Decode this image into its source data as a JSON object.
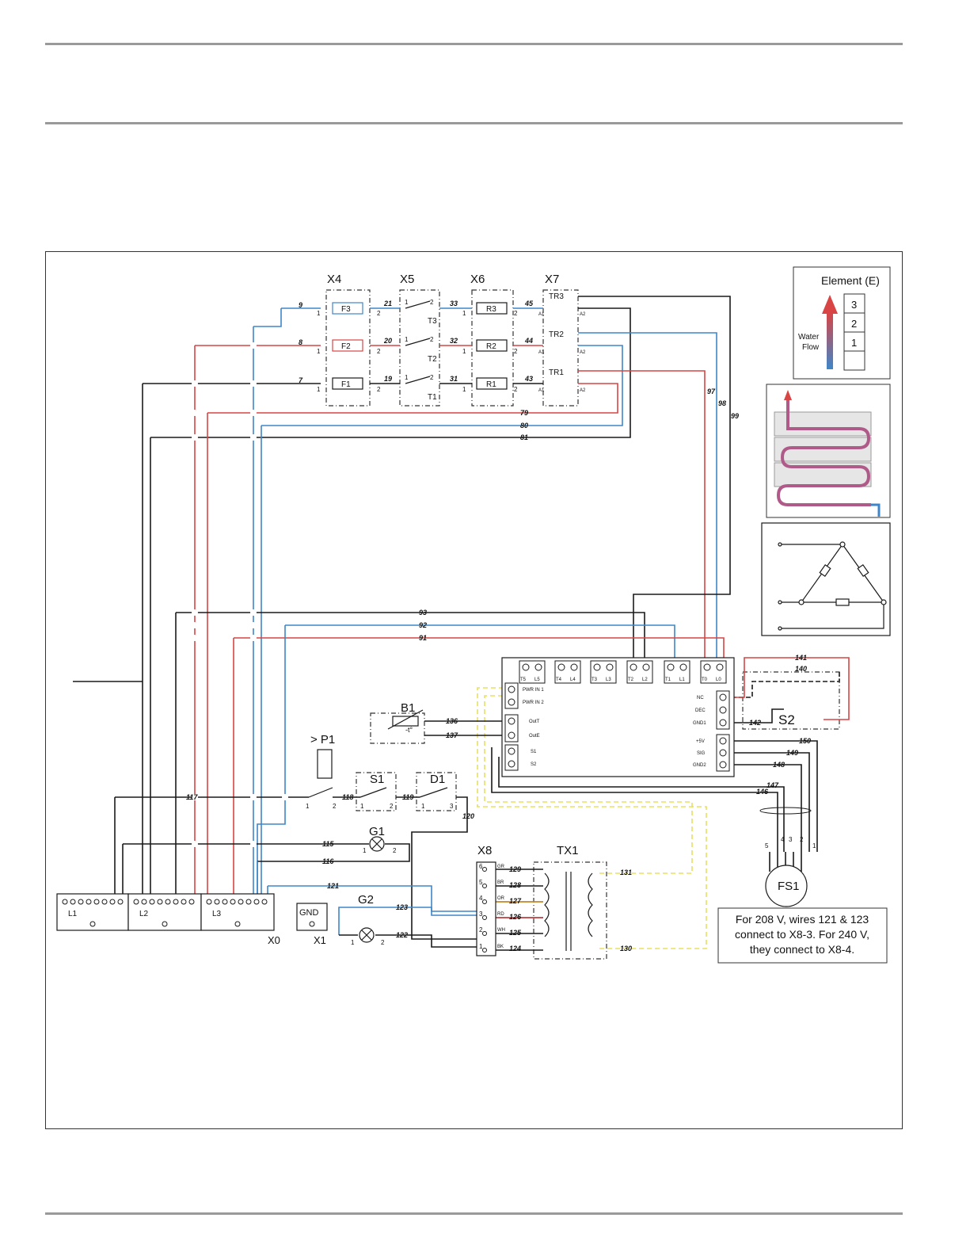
{
  "blocks": {
    "x4": "X4",
    "x5": "X5",
    "x6": "X6",
    "x7": "X7",
    "f3": "F3",
    "f2": "F2",
    "f1": "F1",
    "t3": "T3",
    "t2": "T2",
    "t1": "T1",
    "r3": "R3",
    "r2": "R2",
    "r1": "R1",
    "tr3": "TR3",
    "tr2": "TR2",
    "tr1": "TR1",
    "b1": "B1",
    "b1_symbol": "-t°",
    "p1": "> P1",
    "s1": "S1",
    "d1": "D1",
    "g1": "G1",
    "g2": "G2",
    "x8": "X8",
    "tx1": "TX1",
    "a1": "A1",
    "s2": "S2",
    "fs1": "FS1",
    "x0": "X0",
    "x1": "X1",
    "gnd": "GND",
    "l1": "L1",
    "l2": "L2",
    "l3": "L3"
  },
  "wire_numbers": {
    "w7": "7",
    "w8": "8",
    "w9": "9",
    "w19": "19",
    "w20": "20",
    "w21": "21",
    "w31": "31",
    "w32": "32",
    "w33": "33",
    "w43": "43",
    "w44": "44",
    "w45": "45",
    "w79": "79",
    "w80": "80",
    "w81": "81",
    "w91": "91",
    "w92": "92",
    "w93": "93",
    "w97": "97",
    "w98": "98",
    "w99": "99",
    "w115": "115",
    "w116": "116",
    "w117": "117",
    "w118": "118",
    "w119": "119",
    "w120": "120",
    "w121": "121",
    "w122": "122",
    "w123": "123",
    "w124": "124",
    "w125": "125",
    "w126": "126",
    "w127": "127",
    "w128": "128",
    "w129": "129",
    "w130": "130",
    "w131": "131",
    "w136": "136",
    "w137": "137",
    "w140": "140",
    "w141": "141",
    "w142": "142",
    "w146": "146",
    "w147": "147",
    "w148": "148",
    "w149": "149",
    "w150": "150"
  },
  "pins": {
    "p1": "1",
    "p2": "2",
    "p3": "3",
    "p4": "4",
    "p5": "5",
    "p6": "6",
    "a1": "A1",
    "a2": "A2"
  },
  "a1_terminals": {
    "top": [
      "T5",
      "L5",
      "T4",
      "L4",
      "T3",
      "L3",
      "T2",
      "L2",
      "T1",
      "L1",
      "T0",
      "L0"
    ],
    "pwr_in1": "PWR IN 1",
    "pwr_in2": "PWR IN 2",
    "out1": "OutT",
    "out2": "OutE",
    "s1": "S1",
    "s2": "S2",
    "nc": "NC",
    "dec": "DEC",
    "gnd1": "GND1",
    "plus5v": "+5V",
    "sig": "SIG",
    "gnd2": "GND2"
  },
  "x8_terminals": [
    "GR",
    "BR",
    "OR",
    "RD",
    "WH",
    "BK"
  ],
  "legend": {
    "title": "Element (E)",
    "water_flow": "Water\nFlow",
    "elements": [
      "3",
      "2",
      "1"
    ]
  },
  "note": [
    "For 208 V, wires 121 & 123",
    "connect to X8-3. For 240 V,",
    "they connect to X8-4."
  ],
  "colors": {
    "red": "#d94545",
    "blue": "#3f86c8",
    "black": "#1a1a1a",
    "yellow": "#e8e060",
    "grey": "#999999"
  }
}
